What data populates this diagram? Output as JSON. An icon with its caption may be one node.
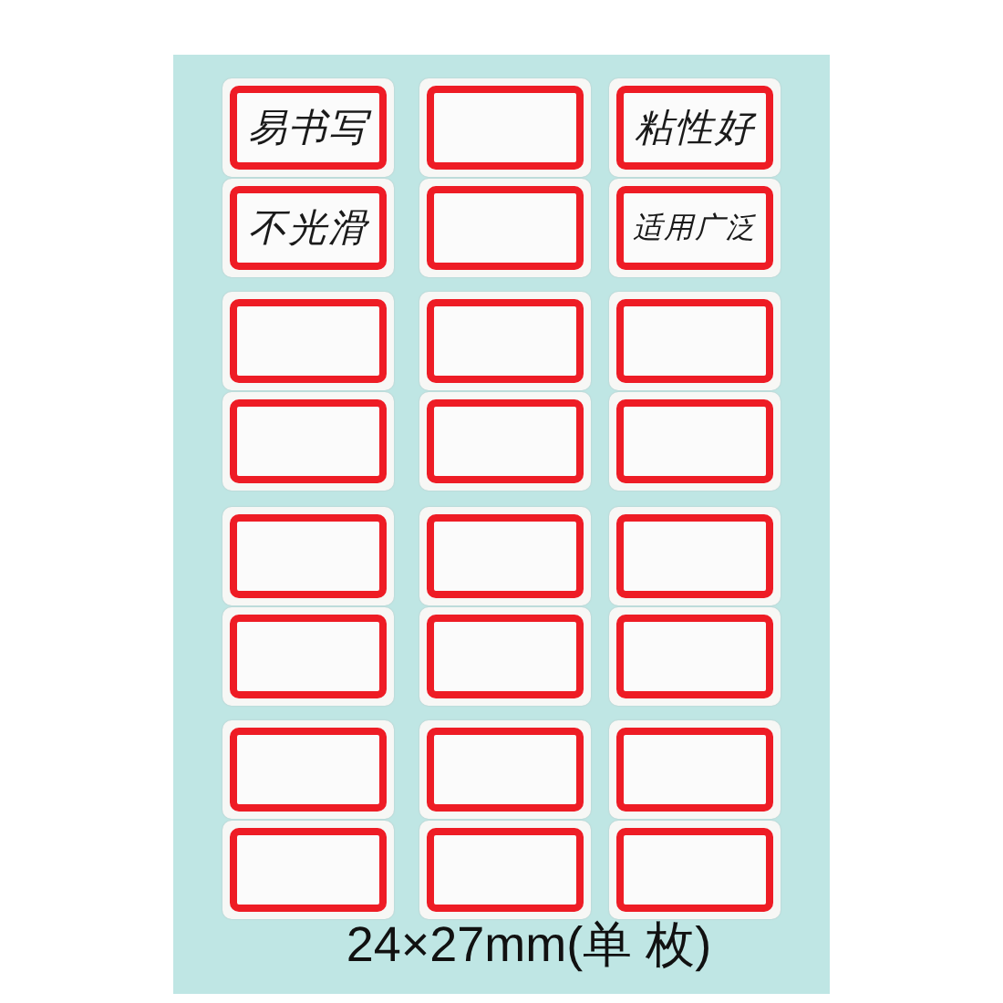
{
  "diagram": {
    "caption": "24×27mm(单 枚)",
    "nodes": [
      {
        "text": [
          "易书写"
        ]
      },
      {
        "text": [],
        "shape": "box"
      },
      {
        "text": [
          "粘性好"
        ]
      },
      {
        "text": [
          "不光滑"
        ]
      },
      {
        "text": [],
        "shape": "box"
      },
      {
        "text": [
          "适用广泛"
        ]
      },
      {
        "text": [],
        "shape": "box"
      },
      {
        "text": [],
        "shape": "box"
      },
      {
        "text": [],
        "shape": "box"
      },
      {
        "text": [],
        "shape": "box"
      },
      {
        "text": [],
        "shape": "box"
      },
      {
        "text": [],
        "shape": "box"
      },
      {
        "text": [],
        "shape": "box"
      },
      {
        "text": [],
        "shape": "box"
      },
      {
        "text": [],
        "shape": "box"
      },
      {
        "text": [],
        "shape": "box"
      },
      {
        "text": [],
        "shape": "box"
      },
      {
        "text": [],
        "shape": "box"
      },
      {
        "text": [],
        "shape": "box"
      },
      {
        "text": [],
        "shape": "box"
      },
      {
        "text": [],
        "shape": "box"
      },
      {
        "text": [],
        "shape": "box"
      },
      {
        "text": [],
        "shape": "box"
      },
      {
        "text": [],
        "shape": "box"
      }
    ]
  }
}
